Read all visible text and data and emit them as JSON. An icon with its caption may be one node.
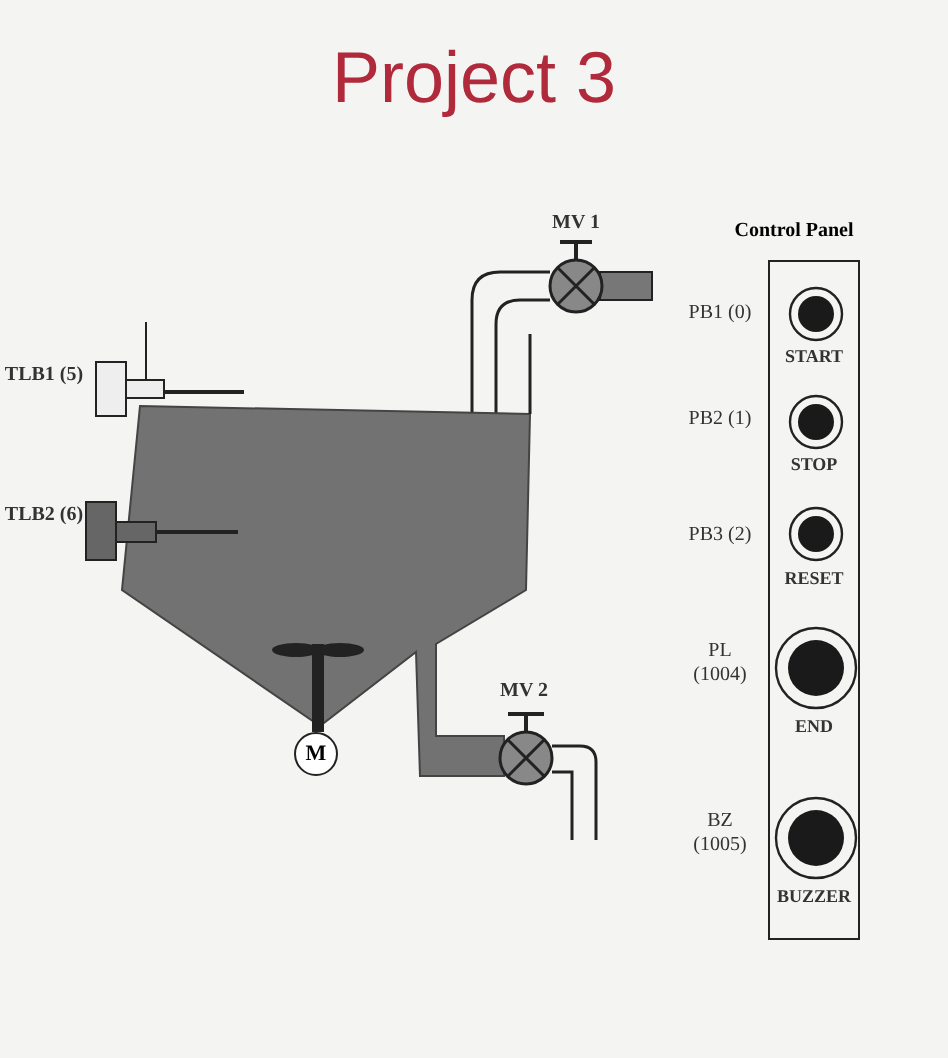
{
  "diagram": {
    "title": "Project 3",
    "nodes": [
      {
        "text": [
          "Control Panel"
        ]
      },
      {
        "text": [],
        "shape": "circle",
        "in": 0,
        "beside": [
          "PB1 (0)",
          "START"
        ]
      },
      {
        "text": [],
        "shape": "circle",
        "in": 0,
        "beside": [
          "PB2 (1)",
          "STOP"
        ]
      },
      {
        "text": [],
        "shape": "circle",
        "in": 0,
        "beside": [
          "PB3 (2)",
          "RESET"
        ]
      },
      {
        "text": [],
        "shape": "circle",
        "in": 0,
        "beside": [
          "PL (1004)",
          "END"
        ]
      },
      {
        "text": [],
        "shape": "circle",
        "in": 0,
        "beside": [
          "BZ (1005)",
          "BUZZER"
        ]
      },
      {
        "text": [
          "M"
        ]
      }
    ],
    "labels": [
      "MV 1",
      "TLB1 (5)",
      "TLB2 (6)",
      "MV 2"
    ]
  }
}
